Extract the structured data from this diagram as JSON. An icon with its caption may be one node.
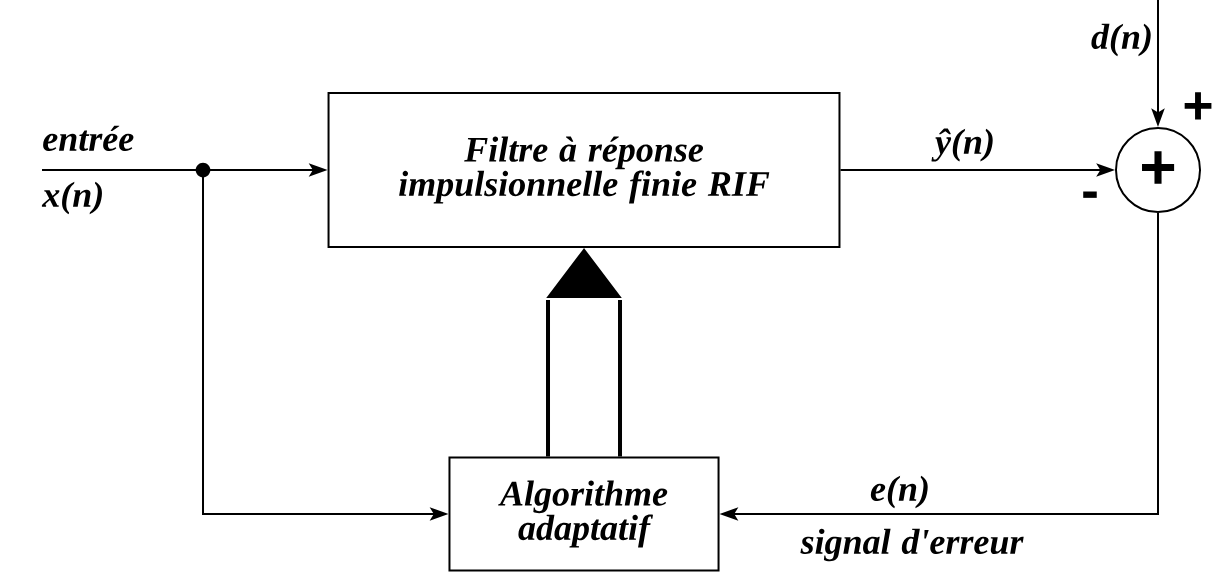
{
  "diagram": {
    "nodes": [
      {
        "text": [
          "entrée",
          "x(n)"
        ]
      },
      {
        "text": [],
        "shape": "circle"
      },
      {
        "text": [
          "Filtre à réponse impulsionnelle finie RIF"
        ]
      },
      {
        "text": [
          "d(n)"
        ]
      },
      {
        "text": [
          "+"
        ]
      },
      {
        "text": [
          "Algorithme adaptatif"
        ]
      }
    ],
    "edges": [
      {
        "from": 0,
        "to": 1,
        "arrow": "none"
      },
      {
        "from": 1,
        "to": 2,
        "arrow": "to"
      },
      {
        "from": 1,
        "to": 5,
        "arrow": "to"
      },
      {
        "from": 2,
        "to": 4,
        "arrow": "to",
        "label": "ŷ(n)"
      },
      {
        "from": 3,
        "to": 4,
        "arrow": "to"
      },
      {
        "from": 4,
        "to": 5,
        "arrow": "to",
        "label": "e(n)"
      },
      {
        "from": 5,
        "to": 2,
        "arrow": "to",
        "style": "thick"
      }
    ],
    "labels": [
      "+",
      "-",
      "signal d'erreur"
    ]
  }
}
